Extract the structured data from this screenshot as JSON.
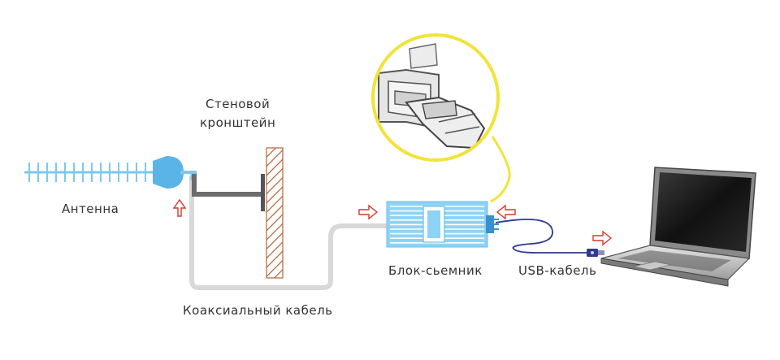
{
  "labels": {
    "antenna": "Антенна",
    "bracket_line1": "Стеновой",
    "bracket_line2": "кронштейн",
    "coax_cable": "Коаксиальный кабель",
    "receiver": "Блок-сьемник",
    "usb_cable": "USB-кабель"
  },
  "colors": {
    "antenna": "#7ec8ef",
    "antenna_head": "#5ab4e6",
    "cable": "#d8d8d8",
    "bracket": "#6b6b6b",
    "wall_hatch": "#b5653a",
    "receiver": "#8fd3f4",
    "usb_cable": "#2e3a8c",
    "arrow": "#d23b2b",
    "zoom_circle": "#f2e33b",
    "laptop_body": "#9a9a9a",
    "laptop_screen": "#1e1e1e"
  }
}
